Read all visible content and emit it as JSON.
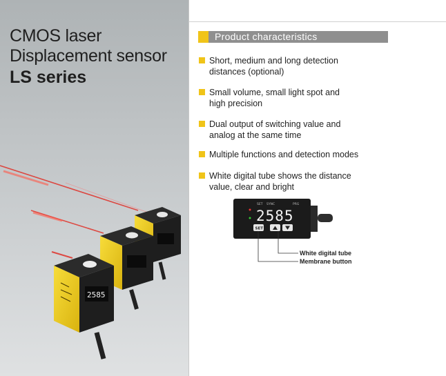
{
  "title": {
    "line1": "CMOS laser",
    "line2": "Displacement sensor",
    "line3": "LS series"
  },
  "section_header": "Product characteristics",
  "features": [
    {
      "line1": "Short, medium and long detection",
      "line2": "distances (optional)"
    },
    {
      "line1": "Small volume, small light spot and",
      "line2": "high precision"
    },
    {
      "line1": "Dual output of switching value and",
      "line2": "analog at the same time"
    },
    {
      "line1": "Multiple functions and detection modes",
      "line2": ""
    },
    {
      "line1": "White digital tube shows the distance",
      "line2": "value, clear and bright"
    }
  ],
  "device": {
    "display_value": "2585",
    "set_label": "SET",
    "labels": {
      "top1": "SET",
      "top2": "SYNC",
      "top3": "PRG"
    },
    "callouts": {
      "tube": "White digital tube",
      "membrane": "Membrane button"
    }
  },
  "sensor_display_value": "2585",
  "colors": {
    "accent": "#f0c419",
    "header_bg": "#8f8f8f",
    "laser": "#e0322a",
    "sensor_yellow": "#f2cf1c"
  }
}
